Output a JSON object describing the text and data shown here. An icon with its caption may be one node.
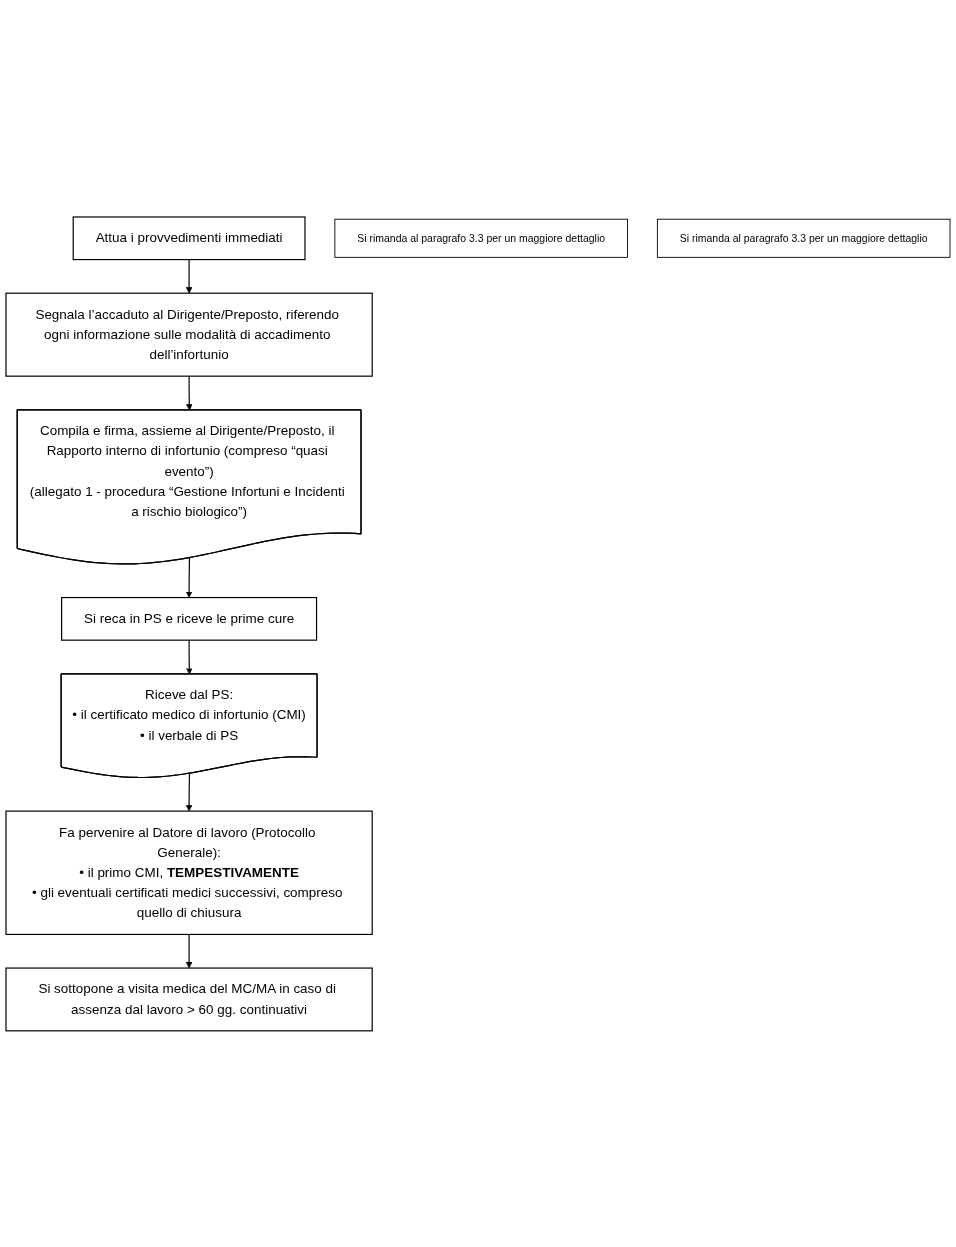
{
  "diagram": {
    "nodes": [
      {
        "text": [
          "Attua i provvedimenti immediati"
        ]
      },
      {
        "text": [
          "Segnala l’accaduto al Dirigente/Preposto, riferendo ogni informazione sulle modalità di accadimento dell’infortunio"
        ]
      },
      {
        "text": [
          "Compila e firma, assieme al Dirigente/Preposto, il Rapporto interno di infortunio (compreso “quasi evento”)",
          "(allegato 1 - procedura “Gestione Infortuni e Incidenti a rischio biologico”)"
        ]
      },
      {
        "text": [
          "Si rimanda al paragrafo 3.3 per un maggiore dettaglio"
        ]
      },
      {
        "text": [
          "Si reca in PS e riceve le prime cure"
        ]
      },
      {
        "text": [
          "Riceve dal PS:",
          "• il certificato medico di infortunio (CMI)",
          "• il verbale di PS"
        ]
      },
      {
        "text": [
          "Si rimanda al paragrafo 3.3 per un maggiore dettaglio"
        ]
      },
      {
        "text": [
          "Fa pervenire al Datore di lavoro (Protocollo Generale):",
          "• il primo CMI, **TEMPESTIVAMENTE**",
          "• gli eventuali certificati medici successivi, compreso quello di chiusura"
        ]
      },
      {
        "text": [
          "Si sottopone a visita medica del MC/MA in caso di assenza dal lavoro > 60 gg. continuativi"
        ]
      }
    ],
    "edges": [
      {
        "from": 0,
        "to": 1,
        "arrow": "to"
      },
      {
        "from": 1,
        "to": 2,
        "arrow": "to"
      },
      {
        "from": 2,
        "to": 4,
        "arrow": "to"
      },
      {
        "from": 4,
        "to": 5,
        "arrow": "to"
      },
      {
        "from": 5,
        "to": 7,
        "arrow": "to"
      },
      {
        "from": 7,
        "to": 8,
        "arrow": "to"
      }
    ]
  }
}
